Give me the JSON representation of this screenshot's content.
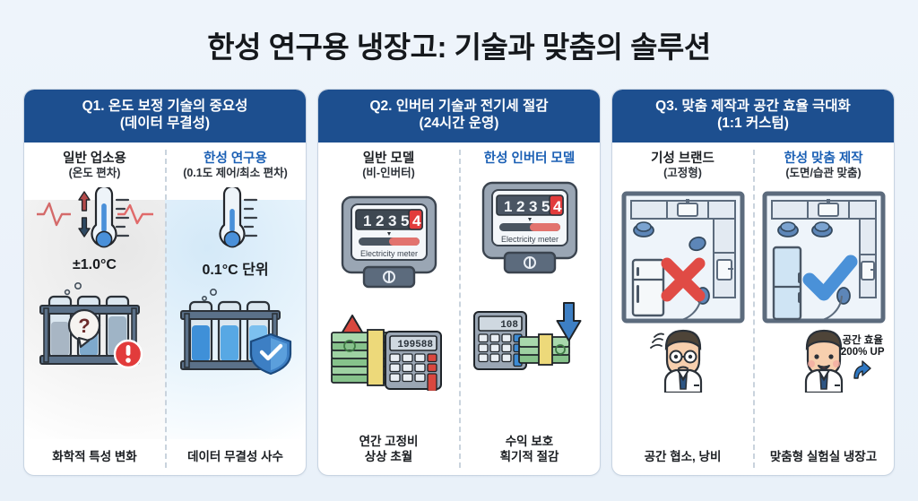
{
  "page": {
    "title": "한성 연구용 냉장고: 기술과 맞춤의 솔루션",
    "background_color": "#eef4fa",
    "header_color": "#1d4f8f",
    "accent_blue": "#1a5fb4",
    "accent_red": "#e03b3b"
  },
  "panels": [
    {
      "id": "q1",
      "header_line1": "Q1. 온도 보정 기술의 중요성",
      "header_line2": "(데이터 무결성)",
      "left": {
        "title": "일반 업소용",
        "subtitle": "(온도 편차)",
        "value": "±1.0°C",
        "caption": "화학적 특성 변화",
        "icons": [
          "thermometer-unstable-icon",
          "up-down-arrow-icon",
          "waveform-icon",
          "test-tube-rack-icon",
          "question-bubble-icon",
          "alert-badge-icon"
        ]
      },
      "right": {
        "title": "한성 연구용",
        "subtitle": "(0.1도 제어/최소 편차)",
        "value": "0.1°C 단위",
        "caption": "데이터 무결성 사수",
        "icons": [
          "thermometer-stable-icon",
          "test-tube-rack-icon",
          "shield-check-icon"
        ]
      }
    },
    {
      "id": "q2",
      "header_line1": "Q2. 인버터 기술과 전기세 절감",
      "header_line2": "(24시간 운영)",
      "left": {
        "title": "일반 모델",
        "subtitle": "(비-인버터)",
        "meter_digits": [
          "1",
          "2",
          "3",
          "5",
          "4"
        ],
        "meter_label": "Electricity meter",
        "calculator_display": "199588",
        "caption_line1": "연간 고정비",
        "caption_line2": "상상 초월",
        "icons": [
          "electricity-meter-icon",
          "money-stack-icon",
          "red-up-arrow-icon",
          "calculator-icon"
        ]
      },
      "right": {
        "title": "한성 인버터 모델",
        "subtitle": "",
        "meter_digits": [
          "1",
          "2",
          "3",
          "5",
          "4"
        ],
        "meter_label": "Electricity meter",
        "calculator_display": "108",
        "caption_line1": "수익 보호",
        "caption_line2": "획기적 절감",
        "icons": [
          "electricity-meter-icon",
          "calculator-icon",
          "money-small-icon",
          "blue-down-arrow-icon"
        ]
      }
    },
    {
      "id": "q3",
      "header_line1": "Q3. 맞춤 제작과 공간 효율 극대화",
      "header_line2": "(1:1 커스텀)",
      "left": {
        "title": "기성 브랜드",
        "subtitle": "(고정형)",
        "caption": "공간 협소, 낭비",
        "icons": [
          "floor-plan-icon",
          "fridge-icon",
          "red-x-icon",
          "worried-scientist-icon"
        ]
      },
      "right": {
        "title": "한성 맞춤 제작",
        "subtitle": "(도면/습관 맞춤)",
        "caption": "맞춤형 실험실 냉장고",
        "note_line1": "공간 효율",
        "note_line2": "200% UP",
        "icons": [
          "floor-plan-icon",
          "custom-fridge-icon",
          "blue-check-icon",
          "happy-scientist-icon",
          "blue-up-arrow-icon"
        ]
      }
    }
  ]
}
